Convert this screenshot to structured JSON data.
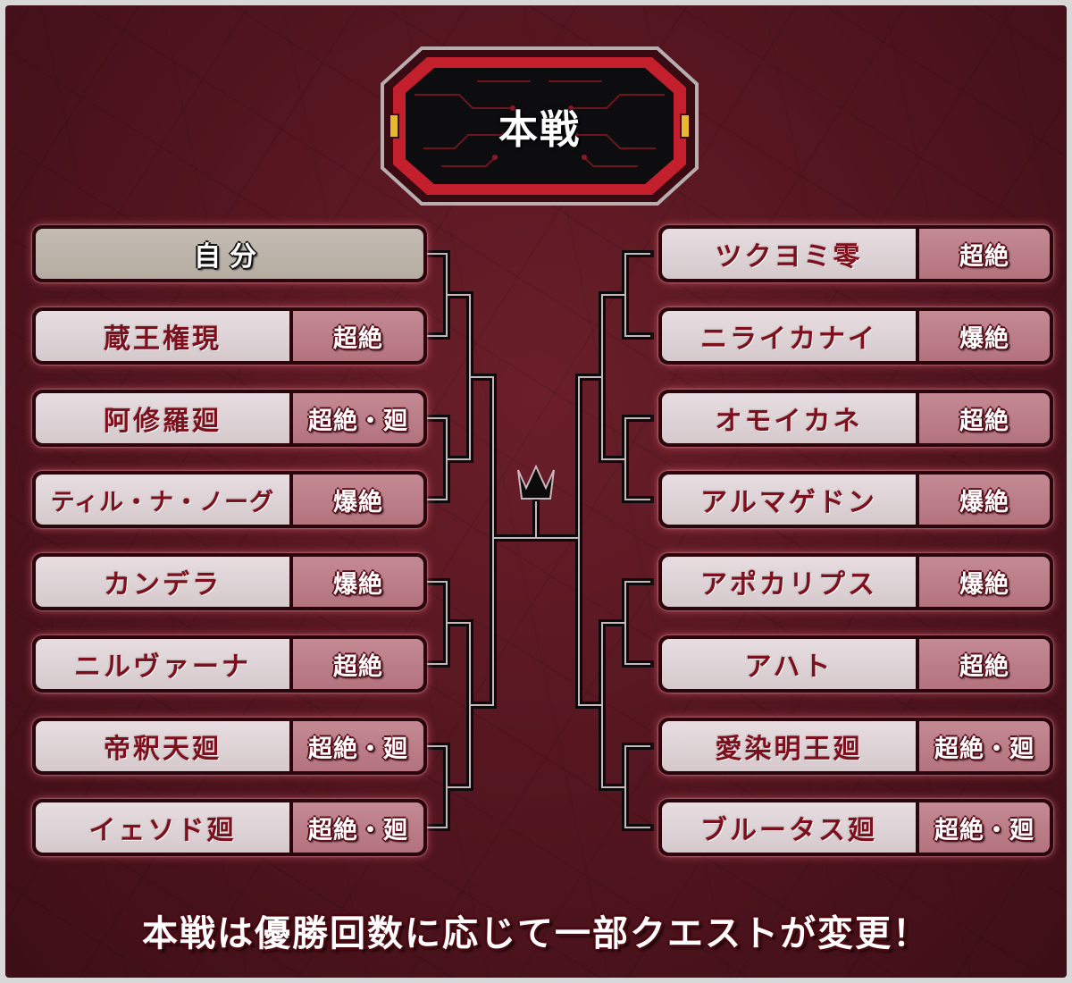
{
  "header": {
    "title": "本戦"
  },
  "left": [
    {
      "name": "自分",
      "tag": "",
      "self": true
    },
    {
      "name": "蔵王権現",
      "tag": "超絶"
    },
    {
      "name": "阿修羅廻",
      "tag": "超絶・廻"
    },
    {
      "name": "ティル・ナ・ノーグ",
      "tag": "爆絶"
    },
    {
      "name": "カンデラ",
      "tag": "爆絶"
    },
    {
      "name": "ニルヴァーナ",
      "tag": "超絶"
    },
    {
      "name": "帝釈天廻",
      "tag": "超絶・廻"
    },
    {
      "name": "イェソド廻",
      "tag": "超絶・廻"
    }
  ],
  "right": [
    {
      "name": "ツクヨミ零",
      "tag": "超絶"
    },
    {
      "name": "ニライカナイ",
      "tag": "爆絶"
    },
    {
      "name": "オモイカネ",
      "tag": "超絶"
    },
    {
      "name": "アルマゲドン",
      "tag": "爆絶"
    },
    {
      "name": "アポカリプス",
      "tag": "爆絶"
    },
    {
      "name": "アハト",
      "tag": "超絶"
    },
    {
      "name": "愛染明王廻",
      "tag": "超絶・廻"
    },
    {
      "name": "ブルータス廻",
      "tag": "超絶・廻"
    }
  ],
  "footer": {
    "note": "本戦は優勝回数に応じて一部クエストが変更！"
  },
  "icons": {
    "trophy": "crown-icon"
  },
  "colors": {
    "background": "#551620",
    "name_text": "#7e0f1c",
    "tag_bg": "#b3737e",
    "self_bg": "#b5ada2"
  }
}
